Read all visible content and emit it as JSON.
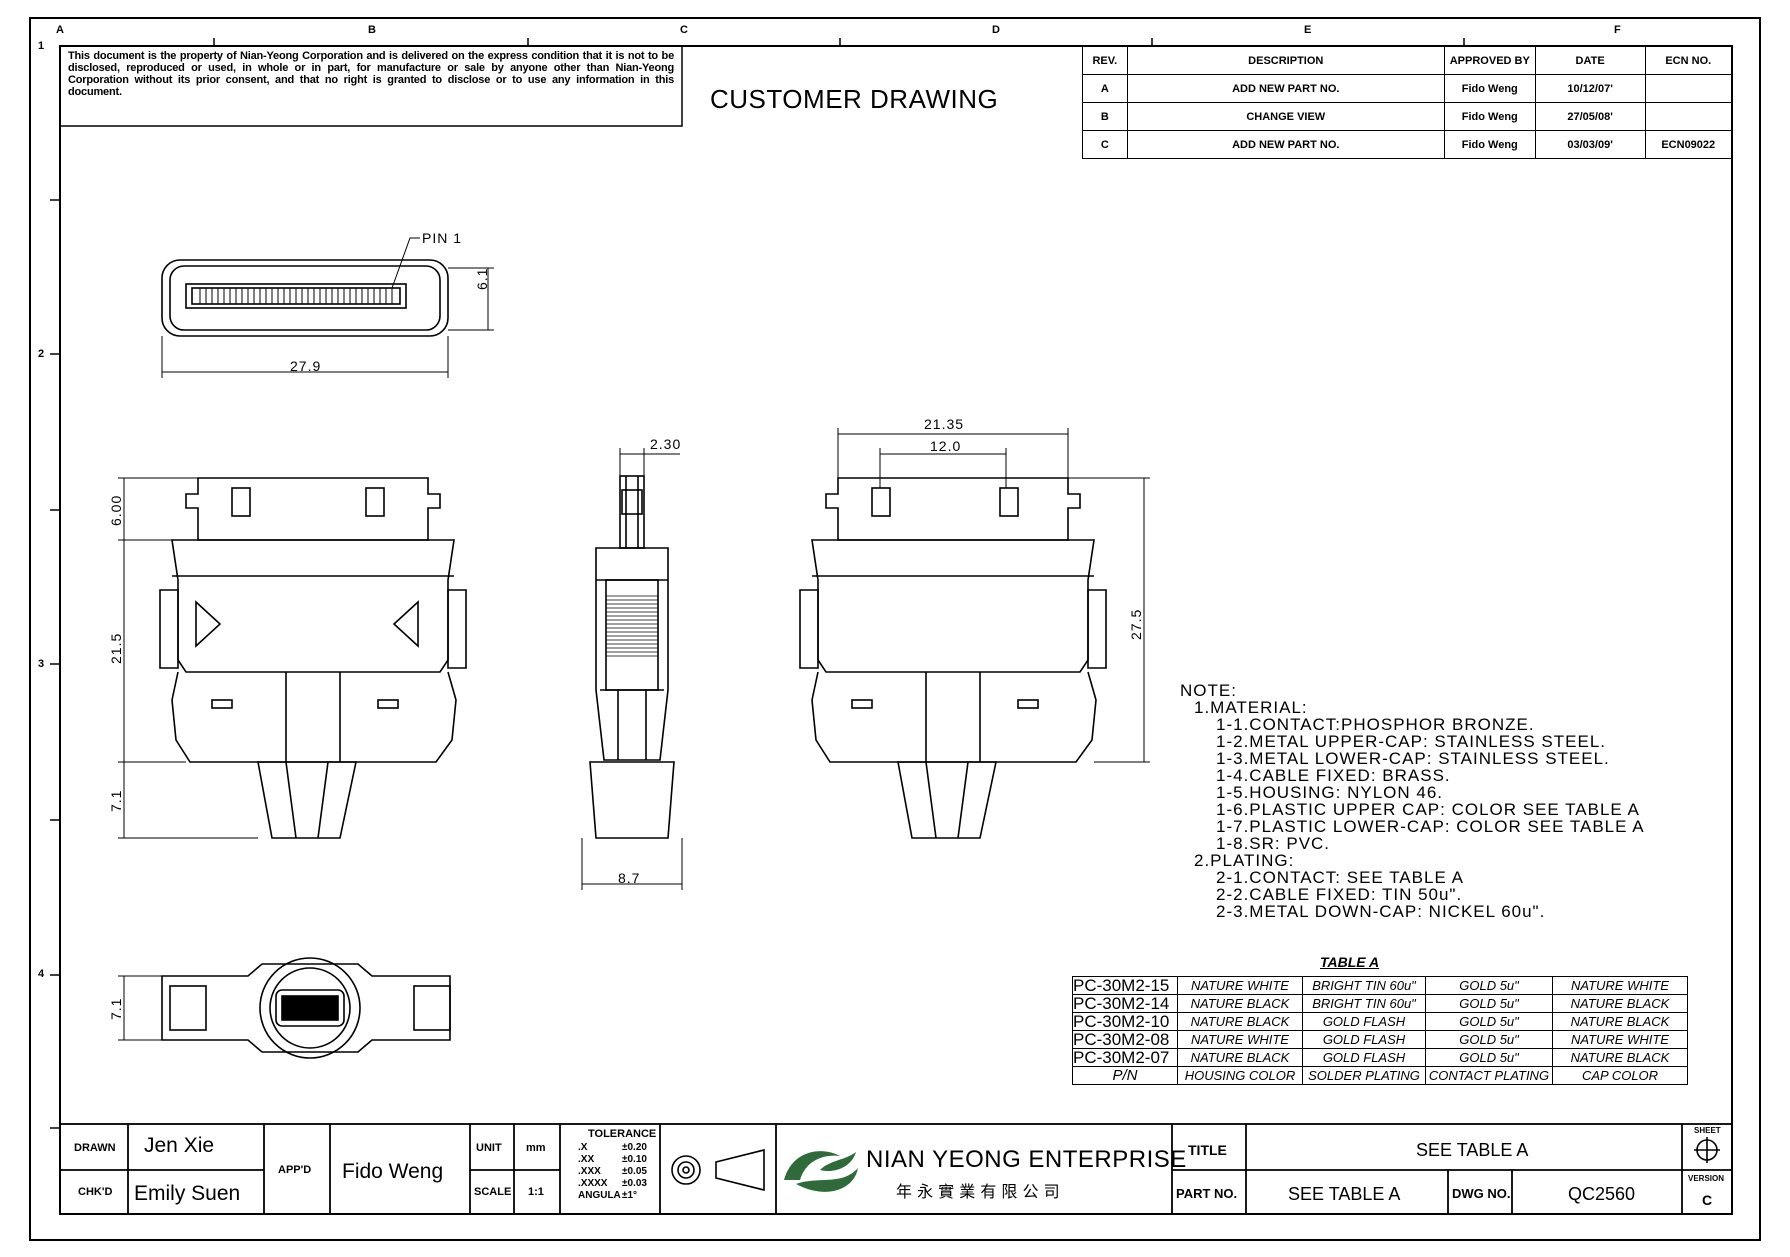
{
  "notice": "This document is the property of Nian-Yeong Corporation and is delivered on the express condition that it is not to be disclosed, reproduced or used, in whole or in part, for manufacture or sale by anyone other than Nian-Yeong Corporation without its prior consent, and that no right is granted to disclose or to use any information in this document.",
  "drawing_title": "CUSTOMER DRAWING",
  "col_labels": [
    "A",
    "B",
    "C",
    "D",
    "E",
    "F"
  ],
  "row_labels": [
    "1",
    "2",
    "3",
    "4"
  ],
  "revisions": {
    "headers": [
      "REV.",
      "DESCRIPTION",
      "APPROVED BY",
      "DATE",
      "ECN NO."
    ],
    "rows": [
      {
        "rev": "A",
        "description": "ADD NEW PART NO.",
        "approved": "Fido Weng",
        "date": "10/12/07'",
        "ecn": ""
      },
      {
        "rev": "B",
        "description": "CHANGE VIEW",
        "approved": "Fido Weng",
        "date": "27/05/08'",
        "ecn": ""
      },
      {
        "rev": "C",
        "description": "ADD NEW PART NO.",
        "approved": "Fido Weng",
        "date": "03/03/09'",
        "ecn": "ECN09022"
      }
    ]
  },
  "dimensions": {
    "pin1": "PIN 1",
    "top_width": "27.9",
    "top_height": "6.1",
    "front_6": "6.00",
    "front_21": "21.5",
    "front_7": "7.1",
    "side_top": "2.30",
    "side_bottom": "8.7",
    "back_outer": "21.35",
    "back_inner": "12.0",
    "back_height": "27.5",
    "bottom_height": "7.1"
  },
  "notes": [
    "NOTE:",
    "1.MATERIAL:",
    "1-1.CONTACT:PHOSPHOR  BRONZE.",
    "1-2.METAL  UPPER-CAP:  STAINLESS  STEEL.",
    "1-3.METAL  LOWER-CAP:  STAINLESS  STEEL.",
    "1-4.CABLE  FIXED:  BRASS.",
    "1-5.HOUSING:  NYLON  46.",
    "1-6.PLASTIC  UPPER  CAP:  COLOR  SEE  TABLE  A",
    "1-7.PLASTIC  LOWER-CAP:  COLOR  SEE  TABLE  A",
    "1-8.SR:  PVC.",
    "2.PLATING:",
    "2-1.CONTACT:  SEE  TABLE  A",
    "2-2.CABLE  FIXED:  TIN  50u\".",
    "2-3.METAL  DOWN-CAP:  NICKEL  60u\"."
  ],
  "table_a": {
    "title": "TABLE  A",
    "headers": [
      "P/N",
      "HOUSING COLOR",
      "SOLDER PLATING",
      "CONTACT PLATING",
      "CAP COLOR"
    ],
    "rows": [
      [
        "PC-30M2-15",
        "NATURE WHITE",
        "BRIGHT TIN 60u\"",
        "GOLD 5u\"",
        "NATURE WHITE"
      ],
      [
        "PC-30M2-14",
        "NATURE BLACK",
        "BRIGHT TIN 60u\"",
        "GOLD 5u\"",
        "NATURE BLACK"
      ],
      [
        "PC-30M2-10",
        "NATURE BLACK",
        "GOLD FLASH",
        "GOLD 5u\"",
        "NATURE BLACK"
      ],
      [
        "PC-30M2-08",
        "NATURE WHITE",
        "GOLD FLASH",
        "GOLD 5u\"",
        "NATURE WHITE"
      ],
      [
        "PC-30M2-07",
        "NATURE BLACK",
        "GOLD FLASH",
        "GOLD 5u\"",
        "NATURE BLACK"
      ]
    ]
  },
  "title_block": {
    "drawn_label": "DRAWN",
    "drawn": "Jen Xie",
    "chkd_label": "CHK'D",
    "chkd": "Emily Suen",
    "appd_label": "APP'D",
    "appd": "Fido Weng",
    "unit_label": "UNIT",
    "unit": "mm",
    "scale_label": "SCALE",
    "scale": "1:1",
    "tolerance_title": "TOLERANCE",
    "tolerances": [
      {
        "k": ".X",
        "v": "±0.20"
      },
      {
        "k": ".XX",
        "v": "±0.10"
      },
      {
        "k": ".XXX",
        "v": "±0.05"
      },
      {
        "k": ".XXXX",
        "v": "±0.03"
      },
      {
        "k": "ANGULA",
        "v": "±1°"
      }
    ],
    "company": "NIAN YEONG ENTERPRISE",
    "company_cn": "年 永 實 業 有 限 公 司",
    "title_label": "TITLE",
    "title": "SEE  TABLE  A",
    "part_label": "PART NO.",
    "part": "SEE  TABLE  A",
    "dwg_label": "DWG NO.",
    "dwg": "QC2560",
    "sheet_label": "SHEET",
    "version_label": "VERSION",
    "version": "C"
  },
  "colors": {
    "line": "#000000",
    "logo_green": "#2f6b3a"
  }
}
